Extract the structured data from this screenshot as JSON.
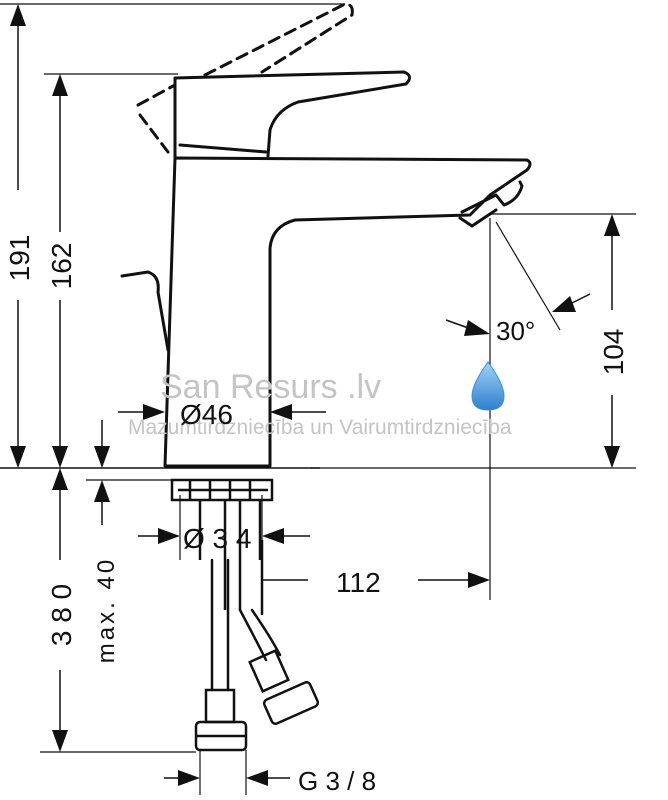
{
  "dimensions": {
    "total_height": "191",
    "spout_height": "162",
    "outlet_height": "104",
    "spray_angle": "30°",
    "body_diameter": "Ø46",
    "mount_diameter": "Ø 3 4",
    "deck_thickness": "max. 40",
    "hose_length": "3 8 0",
    "spout_reach": "112",
    "connection": "G 3 / 8"
  },
  "watermark": {
    "brand": "San Resurs .lv",
    "tagline": "Mazumtirdzniecība un Vairumtirdzniecība"
  },
  "colors": {
    "line": "#111111",
    "watermark": "#c4c4c4",
    "drop": "#3a8fd8"
  }
}
